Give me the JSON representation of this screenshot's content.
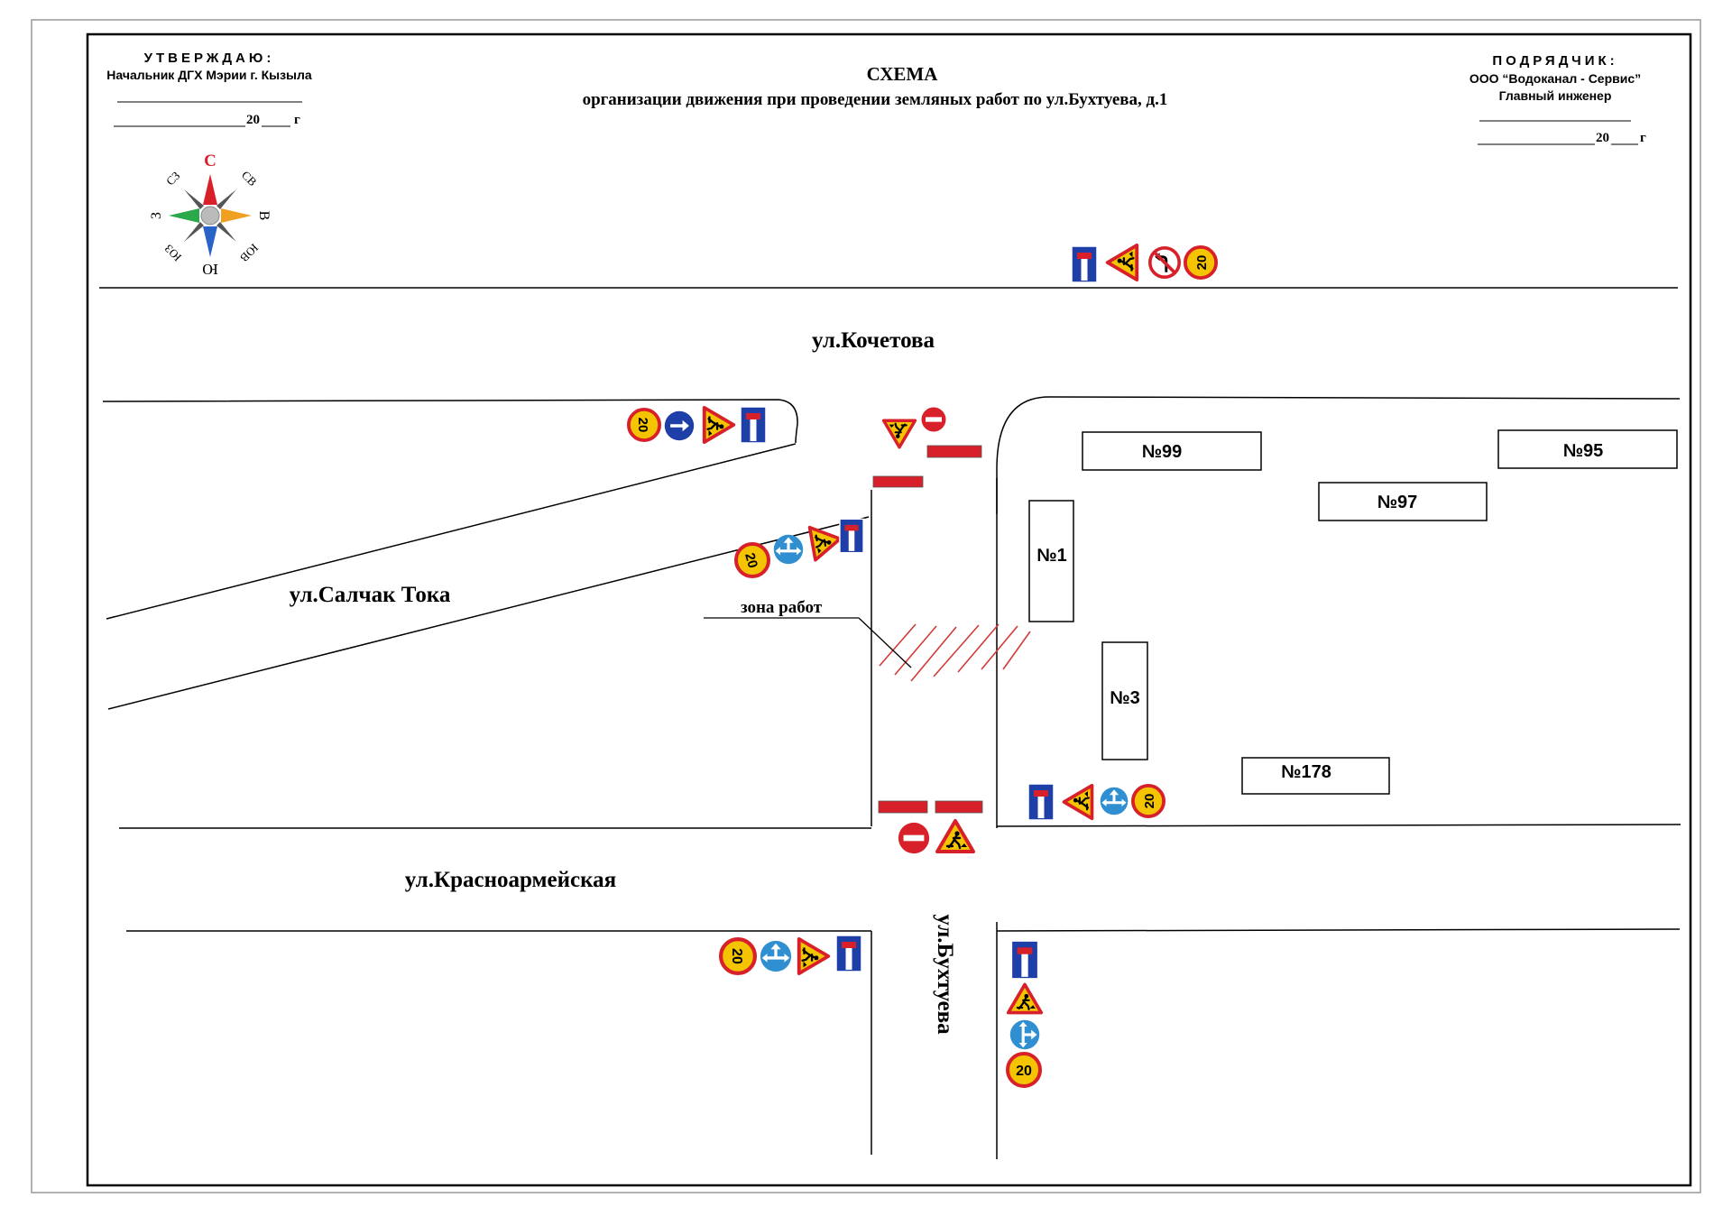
{
  "approval": {
    "heading": "УТВЕРЖДАЮ:",
    "position": "Начальник ДГХ Мэрии г. Кызыла",
    "year_prefix": "20",
    "year_suffix": "г"
  },
  "title": {
    "main": "СХЕМА",
    "subtitle": "организации движения при проведении земляных работ по ул.Бухтуева, д.1"
  },
  "contractor": {
    "heading": "ПОДРЯДЧИК:",
    "company": "ООО “Водоканал - Сервис”",
    "position": "Главный инженер",
    "year_prefix": "20",
    "year_suffix": "г"
  },
  "compass": {
    "n": "С",
    "ne": "СВ",
    "e": "В",
    "se": "ЮВ",
    "s": "Ю",
    "sw": "ЮЗ",
    "w": "З",
    "nw": "СЗ"
  },
  "streets": {
    "kochetova": "ул.Кочетова",
    "salchak_toka": "ул.Салчак Тока",
    "krasnoarmeyskaya": "ул.Красноармейская",
    "bukhtueva": "ул.Бухтуева"
  },
  "work_zone_label": "зона работ",
  "speed_limit": "20",
  "buildings": {
    "b99": "№99",
    "b95": "№95",
    "b97": "№97",
    "b1": "№1",
    "b3": "№3",
    "b178": "№178"
  },
  "colors": {
    "sign_blue": "#1f3fa8",
    "sign_light_blue": "#2f8fd0",
    "sign_red": "#d8202a",
    "sign_yellow": "#f5c400",
    "barrier_red": "#d8202a",
    "hatch_red": "#d23b3b",
    "compass_red": "#d8202a",
    "compass_green": "#2aa84a",
    "compass_blue": "#2a63c8",
    "compass_orange": "#f0a020"
  }
}
